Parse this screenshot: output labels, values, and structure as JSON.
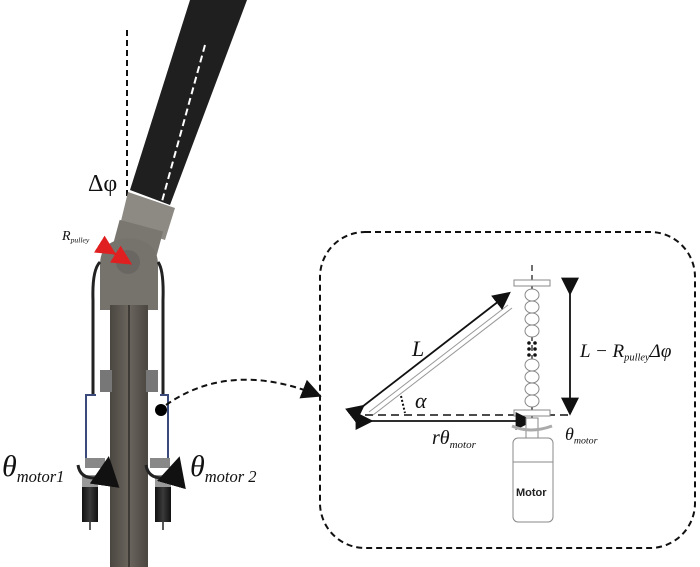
{
  "figure": {
    "left_panel": {
      "labels": {
        "delta_phi": "Δφ",
        "r_pulley_main": "R",
        "r_pulley_sub": "pulley",
        "theta1_main": "θ",
        "theta1_sub": "motor1",
        "theta2_main": "θ",
        "theta2_sub": "motor 2"
      }
    },
    "detail_panel": {
      "labels": {
        "L": "L",
        "alpha": "α",
        "r_theta_main": "rθ",
        "r_theta_sub": "motor",
        "theta_motor_main": "θ",
        "theta_motor_sub": "motor",
        "length_expr_pre": "L − R",
        "length_expr_sub": "pulley",
        "length_expr_post": "Δφ",
        "motor": "Motor"
      }
    },
    "colors": {
      "arm": "#222222",
      "column": "#5a5650",
      "joint": "#8a8782",
      "red_arrow": "#e02020",
      "cable_blue": "#3a4a7a"
    }
  }
}
